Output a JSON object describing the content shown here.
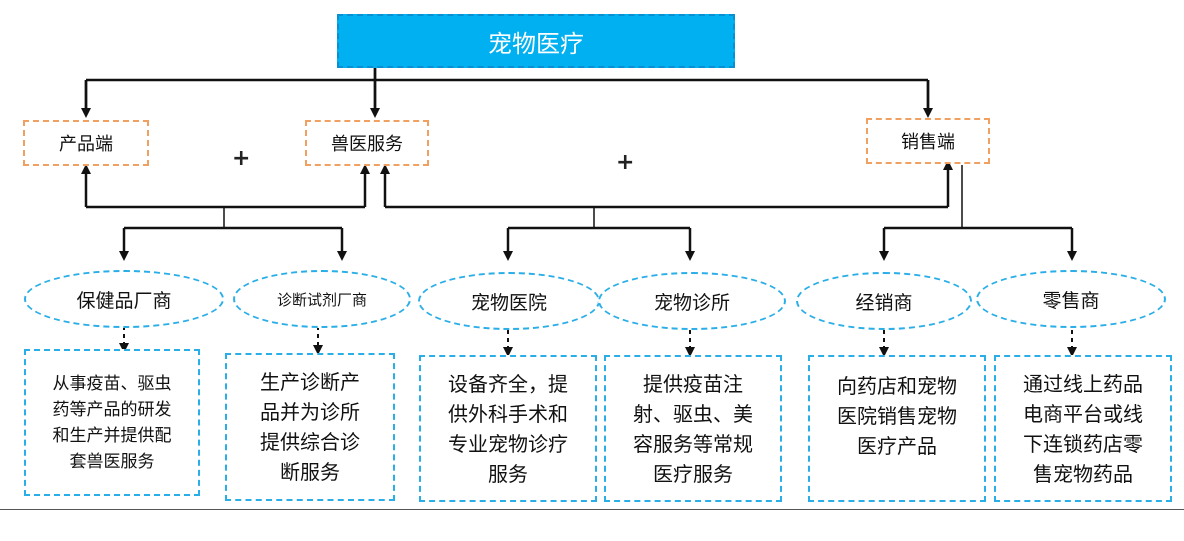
{
  "root": {
    "label": "宠物医疗"
  },
  "categories": {
    "product": "产品端",
    "vet": "兽医服务",
    "sales": "销售端"
  },
  "plus": [
    "+",
    "+"
  ],
  "players": [
    {
      "name": "保健品厂商",
      "desc": [
        "从事疫苗、驱虫",
        "药等产品的研发",
        "和生产并提供配",
        "套兽医服务"
      ]
    },
    {
      "name": "诊断试剂厂商",
      "desc": [
        "生产诊断产",
        "品并为诊所",
        "提供综合诊",
        "断服务"
      ]
    },
    {
      "name": "宠物医院",
      "desc": [
        "设备齐全，提",
        "供外科手术和",
        "专业宠物诊疗",
        "服务"
      ]
    },
    {
      "name": "宠物诊所",
      "desc": [
        "提供疫苗注",
        "射、驱虫、美",
        "容服务等常规",
        "医疗服务"
      ]
    },
    {
      "name": "经销商",
      "desc": [
        "向药店和宠物",
        "医院销售宠物",
        "医疗产品"
      ]
    },
    {
      "name": "零售商",
      "desc": [
        "通过线上药品",
        "电商平台或线",
        "下连锁药店零",
        "售宠物药品"
      ]
    }
  ],
  "colors": {
    "root_fill": "#00b0f0",
    "category_border": "#f0a060",
    "player_border": "#2aaee8",
    "connector": "#111111"
  }
}
